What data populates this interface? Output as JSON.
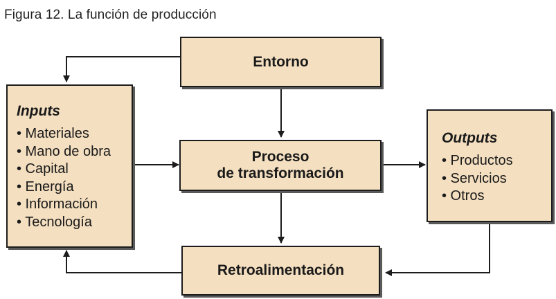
{
  "caption": "Figura 12. La función de producción",
  "boxes": {
    "entorno": {
      "title": "Entorno"
    },
    "proceso": {
      "title_line1": "Proceso",
      "title_line2": "de transformación"
    },
    "retro": {
      "title": "Retroalimentación"
    },
    "inputs": {
      "title": "Inputs",
      "items": [
        "• Materiales",
        "• Mano de obra",
        "• Capital",
        "• Energía",
        "• Información",
        "• Tecnología"
      ]
    },
    "outputs": {
      "title": "Outputs",
      "items": [
        "• Productos",
        "• Servicios",
        "• Otros"
      ]
    }
  },
  "colors": {
    "box_fill": "#f4dfc0",
    "box_border": "#1c1c1c",
    "shadow": "#5a5a5a",
    "arrow": "#1c1c1c"
  }
}
